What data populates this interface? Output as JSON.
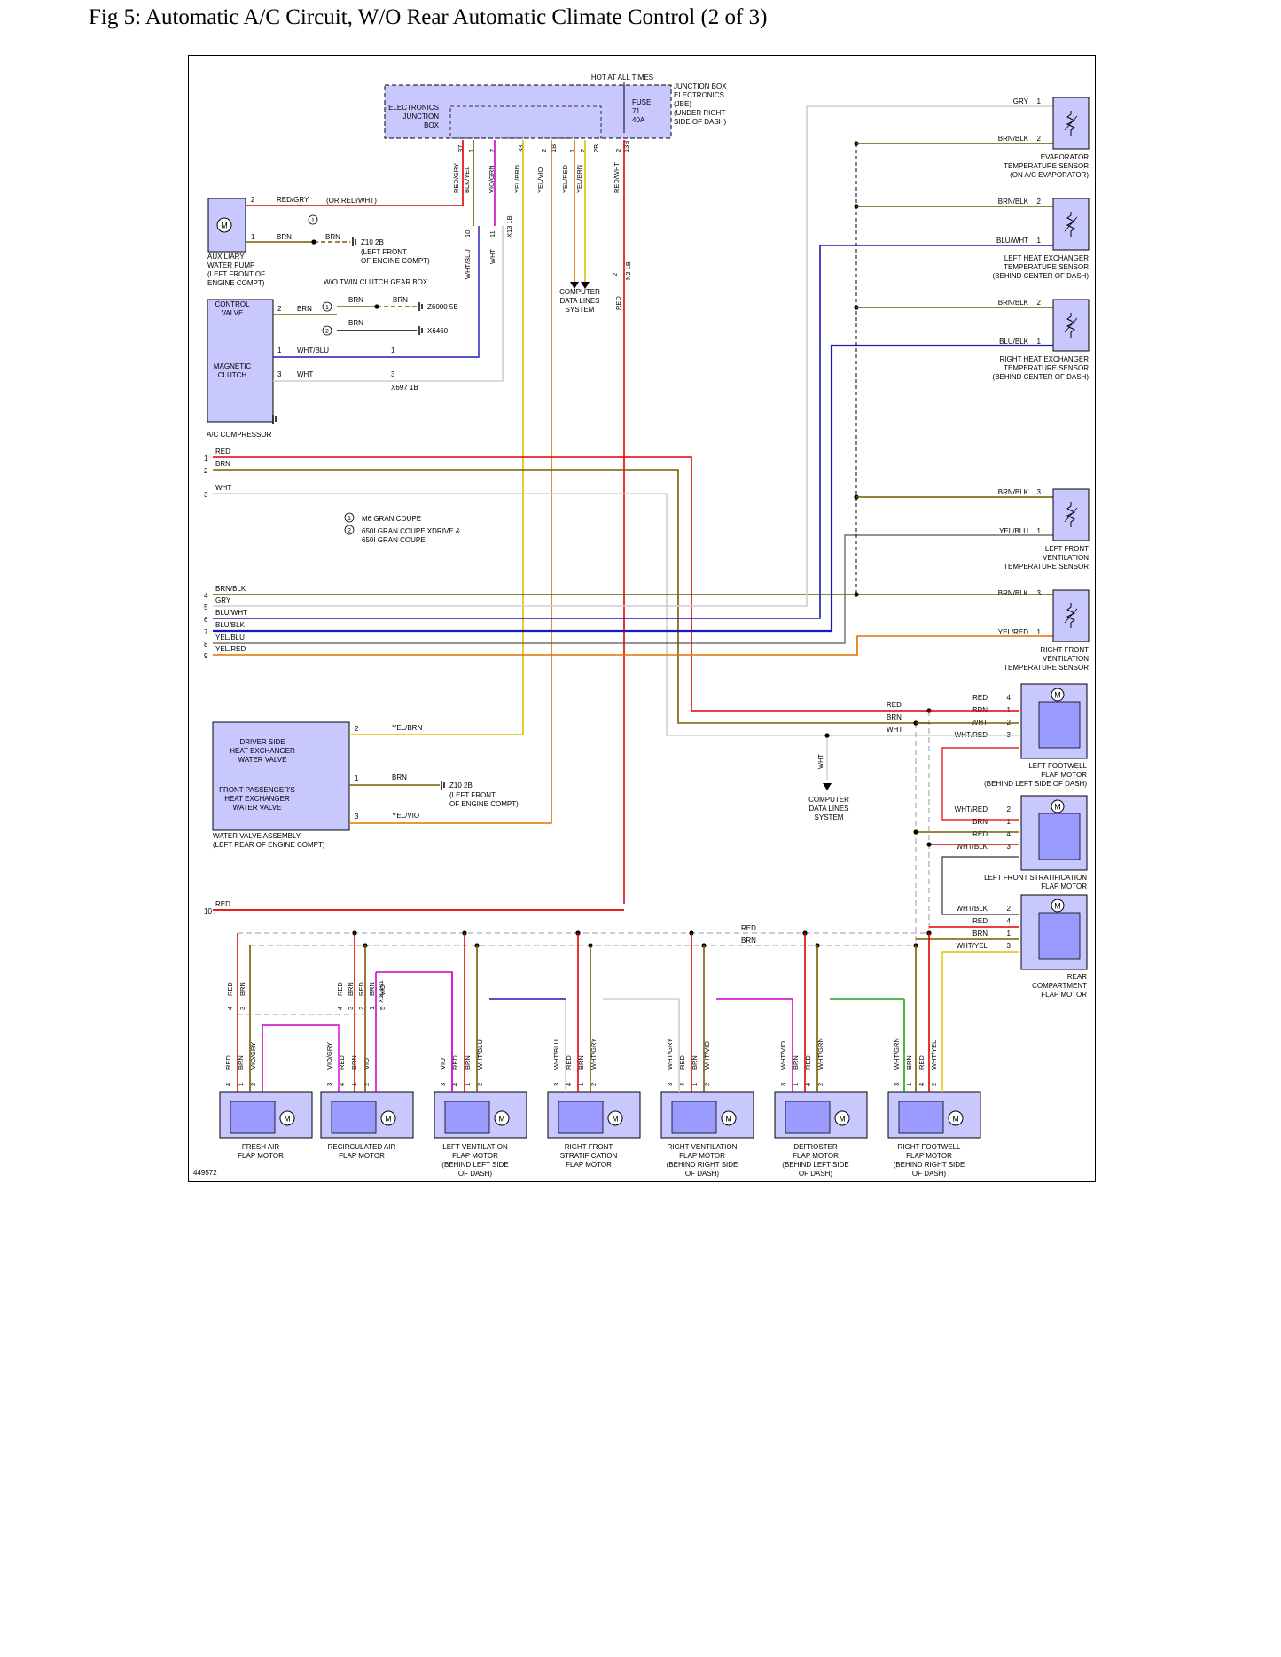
{
  "title": "Fig 5: Automatic A/C Circuit, W/O Rear Automatic Climate Control (2 of 3)",
  "colors": {
    "box_fill": "#c8c8ff",
    "box_inner": "#9a9aff",
    "red": "#e00000",
    "brown": "#7a5a00",
    "olive": "#6b5a00",
    "white_wire": "#cfcfcf",
    "grey": "#999999",
    "blue": "#1a1ab8",
    "yellow": "#e0c000",
    "orange": "#e07000",
    "violet": "#d000d0",
    "green": "#20a020"
  },
  "jbe": {
    "hot_label": "HOT AT ALL TIMES",
    "name": [
      "ELECTRONICS",
      "JUNCTION",
      "BOX"
    ],
    "fuse": [
      "FUSE",
      "71",
      "40A"
    ],
    "desc": [
      "JUNCTION BOX",
      "ELECTRONICS",
      "(JBE)",
      "(UNDER RIGHT",
      "SIDE OF DASH)"
    ],
    "pins": [
      "37",
      "1",
      "7",
      "33",
      "2",
      "1B",
      "1",
      "2",
      "2B",
      "2",
      "13B"
    ],
    "wires": [
      "RED/GRY",
      "BLK/YEL",
      "VIO/GRN",
      "YEL/BRN",
      "YEL/VIO",
      "YEL/RED",
      "YEL/BRN",
      "RED/WHT"
    ]
  },
  "sensors": [
    {
      "label": [
        "EVAPORATOR",
        "TEMPERATURE SENSOR",
        "(ON A/C EVAPORATOR)"
      ],
      "wires": [
        {
          "color": "GRY",
          "pin": "1"
        },
        {
          "color": "BRN/BLK",
          "pin": "2"
        }
      ]
    },
    {
      "label": [
        "LEFT HEAT EXCHANGER",
        "TEMPERATURE SENSOR",
        "(BEHIND CENTER OF DASH)"
      ],
      "wires": [
        {
          "color": "BRN/BLK",
          "pin": "2"
        },
        {
          "color": "BLU/WHT",
          "pin": "1"
        }
      ]
    },
    {
      "label": [
        "RIGHT HEAT EXCHANGER",
        "TEMPERATURE SENSOR",
        "(BEHIND CENTER OF DASH)"
      ],
      "wires": [
        {
          "color": "BRN/BLK",
          "pin": "2"
        },
        {
          "color": "BLU/BLK",
          "pin": "1"
        }
      ]
    },
    {
      "label": [
        "LEFT FRONT",
        "VENTILATION",
        "TEMPERATURE SENSOR"
      ],
      "wires": [
        {
          "color": "BRN/BLK",
          "pin": "3"
        },
        {
          "color": "YEL/BLU",
          "pin": "1"
        }
      ]
    },
    {
      "label": [
        "RIGHT FRONT",
        "VENTILATION",
        "TEMPERATURE SENSOR"
      ],
      "wires": [
        {
          "color": "BRN/BLK",
          "pin": "3"
        },
        {
          "color": "YEL/RED",
          "pin": "1"
        }
      ]
    }
  ],
  "pump": {
    "label": [
      "AUXILIARY",
      "WATER PUMP",
      "(LEFT FRONT OF",
      "ENGINE COMPT)"
    ],
    "wire1": "RED/GRY",
    "wire1_alt": "(OR RED/WHT)",
    "wire2": "BRN",
    "wire2b": "BRN",
    "pin_a": "2",
    "pin_b": "1",
    "ground": "Z10 2B",
    "ground_desc": [
      "(LEFT FRONT",
      "OF ENGINE COMPT)"
    ]
  },
  "compressor": {
    "label": "A/C COMPRESSOR",
    "valve": [
      "CONTROL",
      "VALVE"
    ],
    "clutch": [
      "MAGNETIC",
      "CLUTCH"
    ],
    "gearbox_note": "W/O TWIN CLUTCH GEAR BOX",
    "wires": [
      "BRN",
      "BRN",
      "BRN",
      "WHT/BLU",
      "WHT"
    ],
    "pins": [
      "2",
      "1",
      "3"
    ],
    "grounds": [
      "Z6000 5B",
      "X6460"
    ],
    "connector": "X697 1B",
    "mid_connector": "X13 1B",
    "mid_wires": [
      "WHT/BLU",
      "WHT"
    ],
    "mid_pins": [
      "10",
      "11"
    ]
  },
  "computer_data_1": [
    "COMPUTER",
    "DATA LINES",
    "SYSTEM"
  ],
  "computer_data_2": [
    "COMPUTER",
    "DATA LINES",
    "SYSTEM"
  ],
  "computer_data_wire": "WHT",
  "n2": {
    "connector": "N2 1B",
    "pin": "2",
    "wire": "RED"
  },
  "legend": [
    {
      "num": "1",
      "text": "M6 GRAN COUPE"
    },
    {
      "num": "2",
      "text": [
        "650I GRAN COUPE XDRIVE &",
        "650I GRAN COUPE"
      ]
    }
  ],
  "left_connector": [
    {
      "num": "1",
      "color": "RED"
    },
    {
      "num": "2",
      "color": "BRN"
    },
    {
      "num": "3",
      "color": "WHT"
    },
    {
      "num": "4",
      "color": "BRN/BLK"
    },
    {
      "num": "5",
      "color": "GRY"
    },
    {
      "num": "6",
      "color": "BLU/WHT"
    },
    {
      "num": "7",
      "color": "BLU/BLK"
    },
    {
      "num": "8",
      "color": "YEL/BLU"
    },
    {
      "num": "9",
      "color": "YEL/RED"
    },
    {
      "num": "10",
      "color": "RED"
    }
  ],
  "water_valve": {
    "driver": [
      "DRIVER SIDE",
      "HEAT EXCHANGER",
      "WATER VALVE"
    ],
    "passenger": [
      "FRONT PASSENGER'S",
      "HEAT EXCHANGER",
      "WATER VALVE"
    ],
    "label": [
      "WATER VALVE ASSEMBLY",
      "(LEFT REAR OF ENGINE COMPT)"
    ],
    "wires": [
      {
        "pin": "2",
        "color": "YEL/BRN"
      },
      {
        "pin": "1",
        "color": "BRN"
      },
      {
        "pin": "3",
        "color": "YEL/VIO"
      }
    ],
    "ground": "Z10 2B",
    "ground_desc": [
      "(LEFT FRONT",
      "OF ENGINE COMPT)"
    ]
  },
  "right_motors": [
    {
      "label": [
        "LEFT FOOTWELL",
        "FLAP MOTOR",
        "(BEHIND LEFT SIDE OF DASH)"
      ],
      "wires": [
        {
          "c": "RED",
          "p": "4"
        },
        {
          "c": "BRN",
          "p": "1"
        },
        {
          "c": "WHT",
          "p": "2"
        },
        {
          "c": "WHT/RED",
          "p": "3"
        }
      ]
    },
    {
      "label": [
        "LEFT FRONT STRATIFICATION",
        "FLAP MOTOR"
      ],
      "wires": [
        {
          "c": "WHT/RED",
          "p": "2"
        },
        {
          "c": "BRN",
          "p": "1"
        },
        {
          "c": "RED",
          "p": "4"
        },
        {
          "c": "WHT/BLK",
          "p": "3"
        }
      ]
    },
    {
      "label": [
        "REAR",
        "COMPARTMENT",
        "FLAP MOTOR"
      ],
      "wires": [
        {
          "c": "WHT/BLK",
          "p": "2"
        },
        {
          "c": "RED",
          "p": "4"
        },
        {
          "c": "BRN",
          "p": "1"
        },
        {
          "c": "WHT/YEL",
          "p": "3"
        }
      ]
    }
  ],
  "bus_labels": {
    "red_top": "RED",
    "brn_top": "BRN",
    "wht_top": "WHT",
    "red_bottom": "RED",
    "brn_bottom": "BRN"
  },
  "bottom_motors": [
    {
      "label": [
        "FRESH AIR",
        "FLAP MOTOR"
      ],
      "wires": [
        {
          "c": "RED",
          "p": "4"
        },
        {
          "c": "BRN",
          "p": "1"
        },
        {
          "c": "VIO/GRY",
          "p": "2"
        }
      ]
    },
    {
      "label": [
        "RECIRCULATED AIR",
        "FLAP MOTOR"
      ],
      "wires": [
        {
          "c": "VIO/GRY",
          "p": "3"
        },
        {
          "c": "RED",
          "p": "4"
        },
        {
          "c": "BRN",
          "p": "1"
        },
        {
          "c": "VIO",
          "p": "2"
        }
      ]
    },
    {
      "label": [
        "LEFT VENTILATION",
        "FLAP MOTOR",
        "(BEHIND LEFT SIDE",
        "OF DASH)"
      ],
      "wires": [
        {
          "c": "VIO",
          "p": "3"
        },
        {
          "c": "RED",
          "p": "4"
        },
        {
          "c": "BRN",
          "p": "1"
        },
        {
          "c": "WHT/BLU",
          "p": "2"
        }
      ]
    },
    {
      "label": [
        "RIGHT FRONT",
        "STRATIFICATION",
        "FLAP MOTOR"
      ],
      "wires": [
        {
          "c": "WHT/BLU",
          "p": "3"
        },
        {
          "c": "RED",
          "p": "4"
        },
        {
          "c": "BRN",
          "p": "1"
        },
        {
          "c": "WHT/GRY",
          "p": "2"
        }
      ]
    },
    {
      "label": [
        "RIGHT VENTILATION",
        "FLAP MOTOR",
        "(BEHIND RIGHT SIDE",
        "OF DASH)"
      ],
      "wires": [
        {
          "c": "WHT/GRY",
          "p": "3"
        },
        {
          "c": "RED",
          "p": "4"
        },
        {
          "c": "BRN",
          "p": "1"
        },
        {
          "c": "WHT/VIO",
          "p": "2"
        }
      ]
    },
    {
      "label": [
        "DEFROSTER",
        "FLAP MOTOR",
        "(BEHIND LEFT SIDE",
        "OF DASH)"
      ],
      "wires": [
        {
          "c": "WHT/VIO",
          "p": "3"
        },
        {
          "c": "BRN",
          "p": "1"
        },
        {
          "c": "RED",
          "p": "4"
        },
        {
          "c": "WHT/GRN",
          "p": "2"
        }
      ]
    },
    {
      "label": [
        "RIGHT FOOTWELL",
        "FLAP MOTOR",
        "(BEHIND RIGHT SIDE",
        "OF DASH)"
      ],
      "wires": [
        {
          "c": "WHT/GRN",
          "p": "3"
        },
        {
          "c": "BRN",
          "p": "1"
        },
        {
          "c": "RED",
          "p": "4"
        },
        {
          "c": "WHT/YEL",
          "p": "2"
        }
      ]
    }
  ],
  "split_connector": {
    "label": "X10101",
    "wires": [
      {
        "c": "RED",
        "p": "4"
      },
      {
        "c": "BRN",
        "p": "3"
      },
      {
        "c": "RED",
        "p": "2"
      },
      {
        "c": "BRN",
        "p": "1"
      },
      {
        "c": "VIO",
        "p": "5"
      }
    ]
  },
  "figure_id": "449572"
}
